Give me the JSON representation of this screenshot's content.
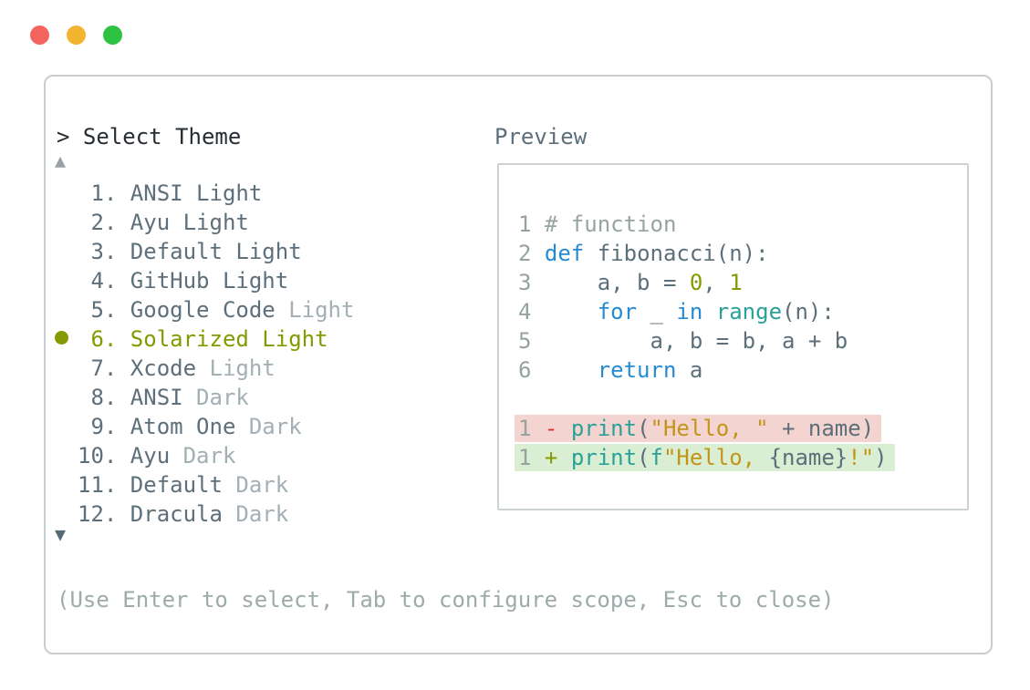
{
  "window": {
    "traffic_lights": [
      {
        "name": "close",
        "color": "#f4645e"
      },
      {
        "name": "minimize",
        "color": "#f3b42f"
      },
      {
        "name": "maximize",
        "color": "#2dc342"
      }
    ]
  },
  "palette": {
    "prompt": "> Select Theme",
    "scroll_up_icon": "▲",
    "scroll_down_icon": "▼",
    "hint": "(Use Enter to select, Tab to configure scope, Esc to close)",
    "items": [
      {
        "number": 1,
        "name": "ANSI Light",
        "dim": "",
        "selected": false
      },
      {
        "number": 2,
        "name": "Ayu Light",
        "dim": "",
        "selected": false
      },
      {
        "number": 3,
        "name": "Default Light",
        "dim": "",
        "selected": false
      },
      {
        "number": 4,
        "name": "GitHub Light",
        "dim": "",
        "selected": false
      },
      {
        "number": 5,
        "name": "Google Code",
        "dim": " Light",
        "selected": false
      },
      {
        "number": 6,
        "name": "Solarized Light",
        "dim": "",
        "selected": true
      },
      {
        "number": 7,
        "name": "Xcode",
        "dim": " Light",
        "selected": false
      },
      {
        "number": 8,
        "name": "ANSI",
        "dim": " Dark",
        "selected": false
      },
      {
        "number": 9,
        "name": "Atom One",
        "dim": " Dark",
        "selected": false
      },
      {
        "number": 10,
        "name": "Ayu",
        "dim": " Dark",
        "selected": false
      },
      {
        "number": 11,
        "name": "Default",
        "dim": " Dark",
        "selected": false
      },
      {
        "number": 12,
        "name": "Dracula",
        "dim": " Dark",
        "selected": false
      }
    ]
  },
  "preview": {
    "label": "Preview",
    "code_lines": [
      {
        "ln": "1",
        "tokens": [
          [
            "cmt",
            "# function"
          ]
        ]
      },
      {
        "ln": "2",
        "tokens": [
          [
            "kw",
            "def"
          ],
          [
            "plain",
            " fibonacci(n):"
          ]
        ]
      },
      {
        "ln": "3",
        "tokens": [
          [
            "plain",
            "    a, b = "
          ],
          [
            "num",
            "0"
          ],
          [
            "plain",
            ", "
          ],
          [
            "num",
            "1"
          ]
        ]
      },
      {
        "ln": "4",
        "tokens": [
          [
            "plain",
            "    "
          ],
          [
            "kw",
            "for"
          ],
          [
            "plain",
            " _ "
          ],
          [
            "kw",
            "in"
          ],
          [
            "plain",
            " "
          ],
          [
            "fn",
            "range"
          ],
          [
            "plain",
            "(n):"
          ]
        ]
      },
      {
        "ln": "5",
        "tokens": [
          [
            "plain",
            "        a, b = b, a + b"
          ]
        ]
      },
      {
        "ln": "6",
        "tokens": [
          [
            "plain",
            "    "
          ],
          [
            "kw",
            "return"
          ],
          [
            "plain",
            " a"
          ]
        ]
      },
      {
        "blank": true
      },
      {
        "ln": "1",
        "diff": "removed",
        "tokens": [
          [
            "minus",
            "- "
          ],
          [
            "fn",
            "print"
          ],
          [
            "plain",
            "("
          ],
          [
            "str",
            "\"Hello, \""
          ],
          [
            "plain",
            " + name)"
          ]
        ]
      },
      {
        "ln": "1",
        "diff": "added",
        "tokens": [
          [
            "plus",
            "+ "
          ],
          [
            "fn",
            "print"
          ],
          [
            "plain",
            "("
          ],
          [
            "fn",
            "f"
          ],
          [
            "str",
            "\"Hello, "
          ],
          [
            "plain",
            "{name}"
          ],
          [
            "str",
            "!\""
          ],
          [
            "plain",
            ")"
          ]
        ]
      }
    ]
  },
  "colors": {
    "accent_selected": "#859900",
    "list_primary": "#5c6f7a",
    "list_dim": "#a2afb4",
    "prompt_text": "#272e33",
    "hint_text": "#9dabab",
    "scroll_up": "#97a3a4",
    "scroll_down": "#546b76",
    "diff_removed_bg": "#f3d4d0",
    "diff_added_bg": "#daeed3",
    "syntax": {
      "kw": "#268bd2",
      "fn": "#2aa198",
      "str": "#c2951a",
      "num": "#859900",
      "cmt": "#97a4a4",
      "ln": "#94a2a2",
      "plain": "#5c6f7a",
      "minus": "#dc322f",
      "plus": "#859900"
    }
  }
}
